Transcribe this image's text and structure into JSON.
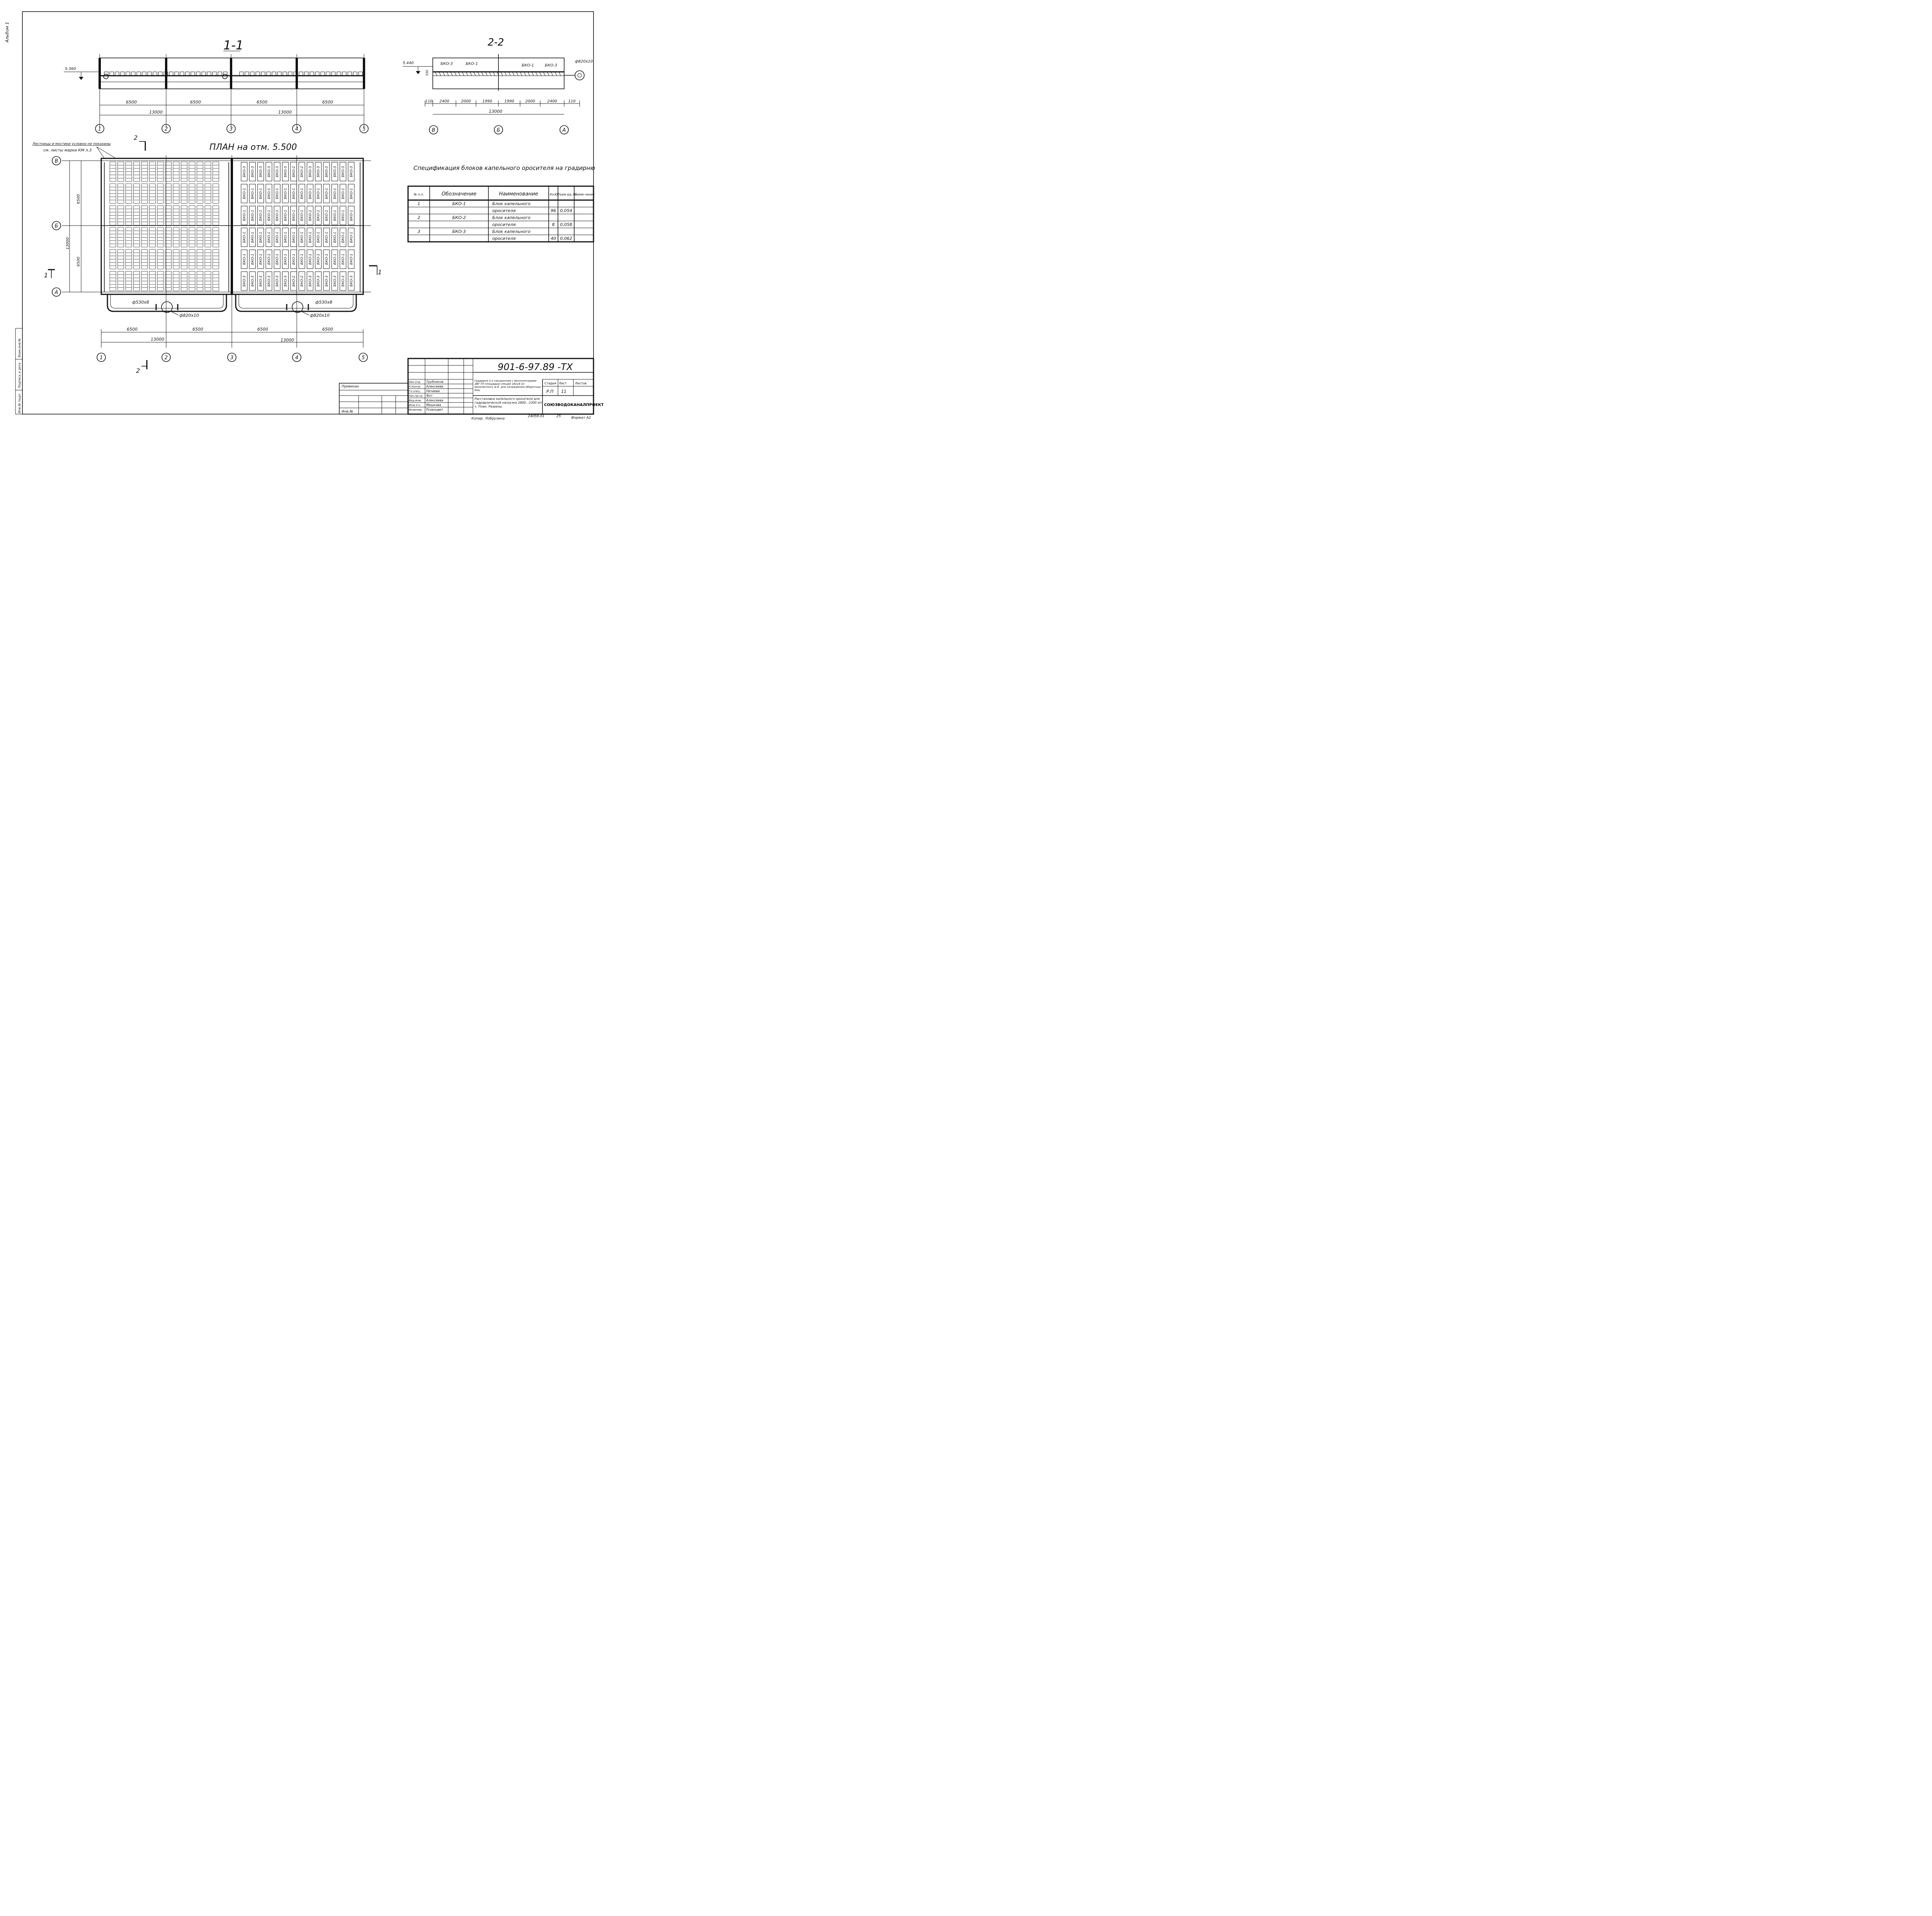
{
  "album_label": "Альбом 1",
  "section_11": {
    "title": "1-1",
    "elevation": "5.360",
    "dims_bay": [
      "6500",
      "6500",
      "6500",
      "6500"
    ],
    "dims_span": [
      "13000",
      "13000"
    ],
    "axes": [
      "1",
      "2",
      "3",
      "4",
      "5"
    ]
  },
  "section_22": {
    "title": "2-2",
    "elevation": "5.440",
    "height_dim": "550",
    "pipe_label": "ф820х10",
    "block_labels": [
      "БКО-3",
      "БКО-1",
      "БКО-1",
      "БКО-3"
    ],
    "dims": [
      "110",
      "2400",
      "2000",
      "1990",
      "1990",
      "2000",
      "2400",
      "110"
    ],
    "total": "13000",
    "axes": [
      "В",
      "Б",
      "А"
    ]
  },
  "plan": {
    "title": "ПЛАН   на  отм. 5.500",
    "note_line1": "Лестницы и мостики условно не показаны",
    "note_line2": "см. листы марки КМ л.3",
    "row_axes": [
      "В",
      "Б",
      "А"
    ],
    "dims_vertical": [
      "6500",
      "6500",
      "13000"
    ],
    "pipe_530": "ф530х8",
    "pipe_820": "ф820х10",
    "dims_bay": [
      "6500",
      "6500",
      "6500",
      "6500"
    ],
    "dims_span": [
      "13000",
      "13000"
    ],
    "col_axes": [
      "1",
      "2",
      "3",
      "4",
      "5"
    ],
    "cut_11_left": "1",
    "cut_11_right": "1",
    "cut_22_top": "2",
    "cut_22_bottom": "2",
    "block_rows": [
      [
        "БКО-3",
        "БКО-3",
        "БКО-3",
        "БКО-3",
        "БКО-3",
        "БКО-3",
        "БКО-2",
        "БКО-2",
        "БКО-3",
        "БКО-3",
        "БКО-3",
        "БКО-3",
        "БКО-3",
        "БКО-3"
      ],
      [
        "БКО-1",
        "БКО-1",
        "БКО-1",
        "БКО-1",
        "БКО-1",
        "БКО-1",
        "БКО-1",
        "БКО-1",
        "БКО-1",
        "БКО-1",
        "БКО-1",
        "БКО-1",
        "БКО-1",
        "БКО-1"
      ],
      [
        "БКО-1",
        "БКО-1",
        "БКО-1",
        "БКО-1",
        "БКО-1",
        "БКО-1",
        "БКО-1",
        "БКО-1",
        "БКО-1",
        "БКО-1",
        "БКО-1",
        "БКО-1",
        "БКО-1",
        "БКО-1"
      ],
      [
        "БКО-1",
        "БКО-1",
        "БКО-1",
        "БКО-1",
        "БКО-1",
        "БКО-1",
        "БКО-1",
        "БКО-1",
        "БКО-1",
        "БКО-1",
        "БКО-1",
        "БКО-1",
        "БКО-1",
        "БКО-1"
      ],
      [
        "БКО-1",
        "БКО-1",
        "БКО-1",
        "БКО-1",
        "БКО-1",
        "БКО-1",
        "БКО-1",
        "БКО-1",
        "БКО-1",
        "БКО-1",
        "БКО-1",
        "БКО-1",
        "БКО-1",
        "БКО-1"
      ],
      [
        "БКО-3",
        "БКО-3",
        "БКО-3",
        "БКО-3",
        "БКО-3",
        "БКО-3",
        "БКО-2",
        "БКО-2",
        "БКО-3",
        "БКО-3",
        "БКО-3",
        "БКО-3",
        "БКО-3",
        "БКО-3"
      ]
    ]
  },
  "spec": {
    "title": "Спецификация  блоков капельного оросителя на градирню",
    "headers": [
      "№ п.п.",
      "Обозначение",
      "Наименование",
      "Кол.",
      "Объем ед, м³",
      "Приме-чание"
    ],
    "rows": [
      [
        "1",
        "БКО-1",
        "Блок  капельного",
        "",
        "",
        ""
      ],
      [
        "",
        "",
        "оросителя",
        "96",
        "0,054",
        ""
      ],
      [
        "2",
        "БКО-2",
        "Блок  капельного",
        "",
        "",
        ""
      ],
      [
        "",
        "",
        "оросителя",
        "8",
        "0,058",
        ""
      ],
      [
        "3",
        "БКО-3",
        "Блок  капельного",
        "",
        "",
        ""
      ],
      [
        "",
        "",
        "оросителя",
        "40",
        "0,062",
        ""
      ]
    ]
  },
  "stamp": {
    "code": "901-6-97.89 -ТХ",
    "project": "Градирня 2-х секционная с вентиляторами 2ВГ-70 площадью секции 18х18 из монолитного ж.б. для охлаждения оборотных вод.",
    "sheet_title": "Расстановка капельного оросителя для гидравлической нагрузки 2800...2300 м³/ч. План. Разрезы.",
    "stage_label": "Стадия",
    "sheet_label": "Лист",
    "sheets_label": "Листов",
    "stage": "Р.П",
    "sheet": "11",
    "company": "СОЮЗВОДОКАНАЛПРОЕКТ",
    "roles": [
      "Нач.отд.",
      "К.Контр.",
      "Гл.спец.",
      "Нач.пр.гр.",
      "Вед.инж.",
      "Инж.II к.",
      "Инженер"
    ],
    "names": [
      "Трубников",
      "Алексеева",
      "Нечаева",
      "Фот",
      "Алексеева",
      "Мешкова",
      "Розенцвет"
    ],
    "privyazan": "Привязан",
    "inv": "Инв.№",
    "side_labels": [
      "Инв.№ подл.",
      "Подпись и дата",
      "Взам.инв.№"
    ]
  },
  "footer": {
    "copied": "Копир. Лобрузина",
    "order": "24059-01",
    "num": "25",
    "format": "Формат А2"
  }
}
